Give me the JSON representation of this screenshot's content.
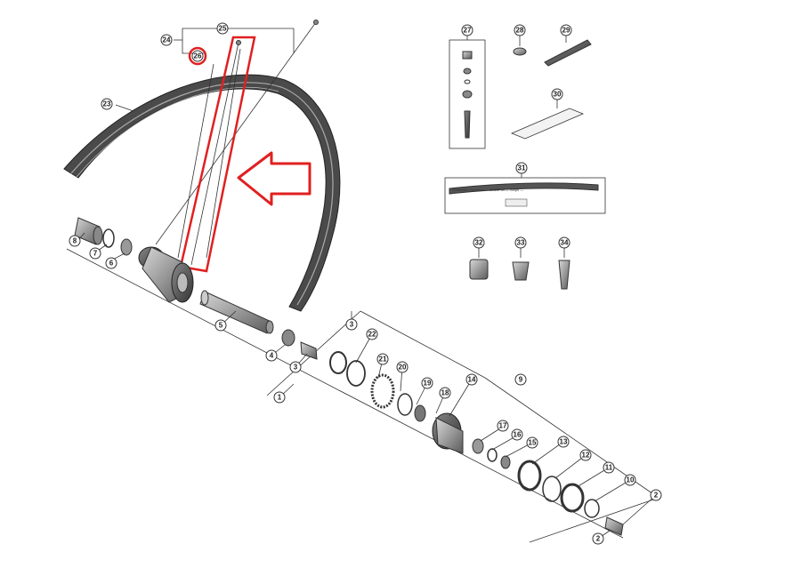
{
  "diagram": {
    "labels": [
      "1",
      "2",
      "3",
      "4",
      "5",
      "6",
      "7",
      "8",
      "9",
      "10",
      "11",
      "12",
      "13",
      "14",
      "15",
      "16",
      "17",
      "18",
      "19",
      "20",
      "21",
      "22",
      "23",
      "24",
      "25",
      "26",
      "27",
      "28",
      "29",
      "30",
      "31",
      "32",
      "33",
      "34"
    ],
    "label_offsets": [],
    "rim_strip_text": "SHIMANO  Tubeless  —  MADE IN  —  Strips  —",
    "highlight_color": "#e02020",
    "part_color": "#555555",
    "highlighted_label": "26"
  }
}
